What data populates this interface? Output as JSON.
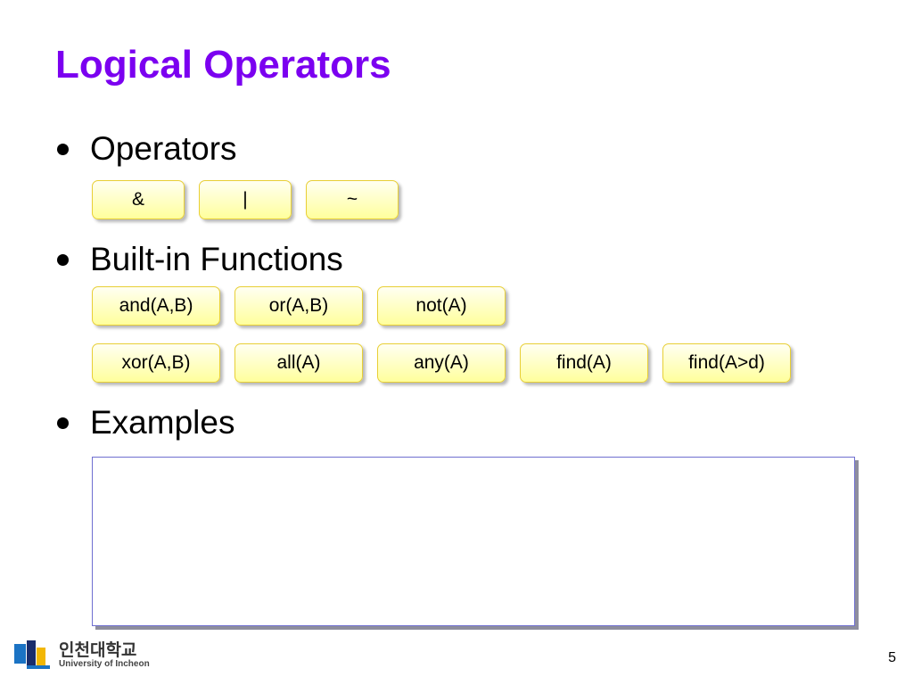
{
  "slide": {
    "title": "Logical Operators",
    "page_number": "5"
  },
  "bullets": [
    {
      "label": "Operators"
    },
    {
      "label": "Built-in Functions"
    },
    {
      "label": "Examples"
    }
  ],
  "operators": [
    "&",
    "|",
    "~"
  ],
  "functions": {
    "row1": [
      "and(A,B)",
      "or(A,B)",
      "not(A)"
    ],
    "row2": [
      "xor(A,B)",
      "all(A)",
      "any(A)",
      "find(A)",
      "find(A>d)"
    ]
  },
  "logo": {
    "korean_name": "인천대학교",
    "english_name": "University of Incheon",
    "colors": {
      "blue": "#1b73c4",
      "yellow": "#f2b705",
      "navy": "#1a2d6b"
    }
  },
  "colors": {
    "title": "#7b00f0",
    "chip_border": "#e8cf36",
    "chip_fill": "#ffff9c",
    "example_border": "#6f6fd0"
  }
}
